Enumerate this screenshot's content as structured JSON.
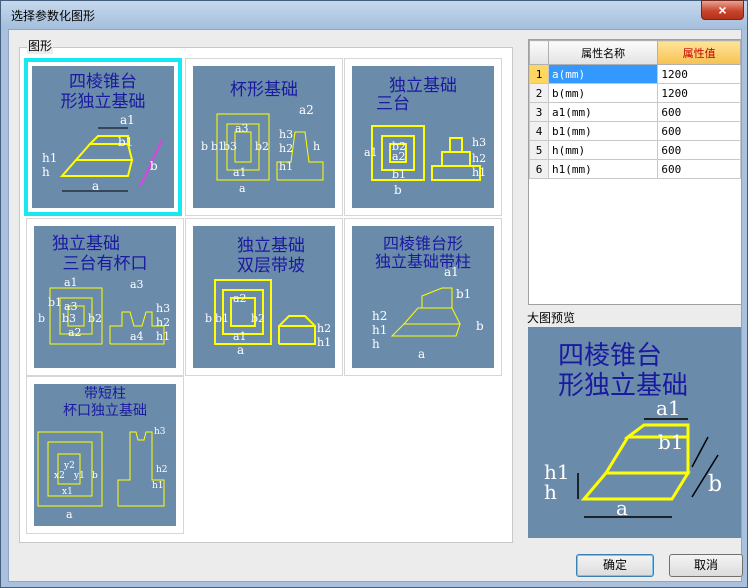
{
  "window": {
    "title": "选择参数化图形",
    "close_icon": "×"
  },
  "group": {
    "label": "图形"
  },
  "tiles": [
    {
      "title_lines": [
        "四棱锥台",
        "形独立基础"
      ],
      "labels": [
        "a1",
        "b1",
        "b",
        "h1",
        "h",
        "a"
      ],
      "selected": true
    },
    {
      "title_lines": [
        "杯形基础"
      ],
      "labels": [
        "a2",
        "a3",
        "h3",
        "b2",
        "h2",
        "b",
        "b1",
        "b3",
        "h",
        "h1",
        "a1",
        "a"
      ],
      "selected": false
    },
    {
      "title_lines": [
        "独立基础",
        "三台"
      ],
      "labels": [
        "b2",
        "a2",
        "a1",
        "b1",
        "h3",
        "h2",
        "h1",
        "b"
      ],
      "selected": false
    },
    {
      "title_lines": [
        "独立基础",
        "三台有杯口"
      ],
      "labels": [
        "a1",
        "a3",
        "b1",
        "a3",
        "b3",
        "b2",
        "a2",
        "a4",
        "h3",
        "h2",
        "h1",
        "b"
      ],
      "selected": false
    },
    {
      "title_lines": [
        "独立基础",
        "双层带坡"
      ],
      "labels": [
        "a2",
        "b2",
        "b1",
        "a1",
        "b",
        "h2",
        "h1",
        "a"
      ],
      "selected": false
    },
    {
      "title_lines": [
        "四棱锥台形",
        "独立基础带柱"
      ],
      "labels": [
        "a1",
        "b1",
        "h2",
        "h1",
        "h",
        "b",
        "a"
      ],
      "selected": false
    },
    {
      "title_lines": [
        "带短柱",
        "杯口独立基础"
      ],
      "labels": [
        "x2",
        "x1",
        "y1",
        "y2",
        "b",
        "h3",
        "h1",
        "h2",
        "a"
      ],
      "selected": false
    }
  ],
  "properties": {
    "headers": [
      "属性名称",
      "属性值"
    ],
    "rows": [
      {
        "n": "1",
        "name": "a(mm)",
        "value": "1200"
      },
      {
        "n": "2",
        "name": "b(mm)",
        "value": "1200"
      },
      {
        "n": "3",
        "name": "a1(mm)",
        "value": "600"
      },
      {
        "n": "4",
        "name": "b1(mm)",
        "value": "600"
      },
      {
        "n": "5",
        "name": "h(mm)",
        "value": "600"
      },
      {
        "n": "6",
        "name": "h1(mm)",
        "value": "600"
      }
    ]
  },
  "preview": {
    "label": "大图预览",
    "title_lines": [
      "四棱锥台",
      "形独立基础"
    ],
    "labels": [
      "a1",
      "b1",
      "h1",
      "h",
      "b",
      "a"
    ]
  },
  "buttons": {
    "ok": "确定",
    "cancel": "取消"
  },
  "colors": {
    "thumb_bg": "#6b8bab",
    "highlight": "#ffff00",
    "selection_border": "#19e8f0",
    "title_text": "#1a1aa0"
  }
}
